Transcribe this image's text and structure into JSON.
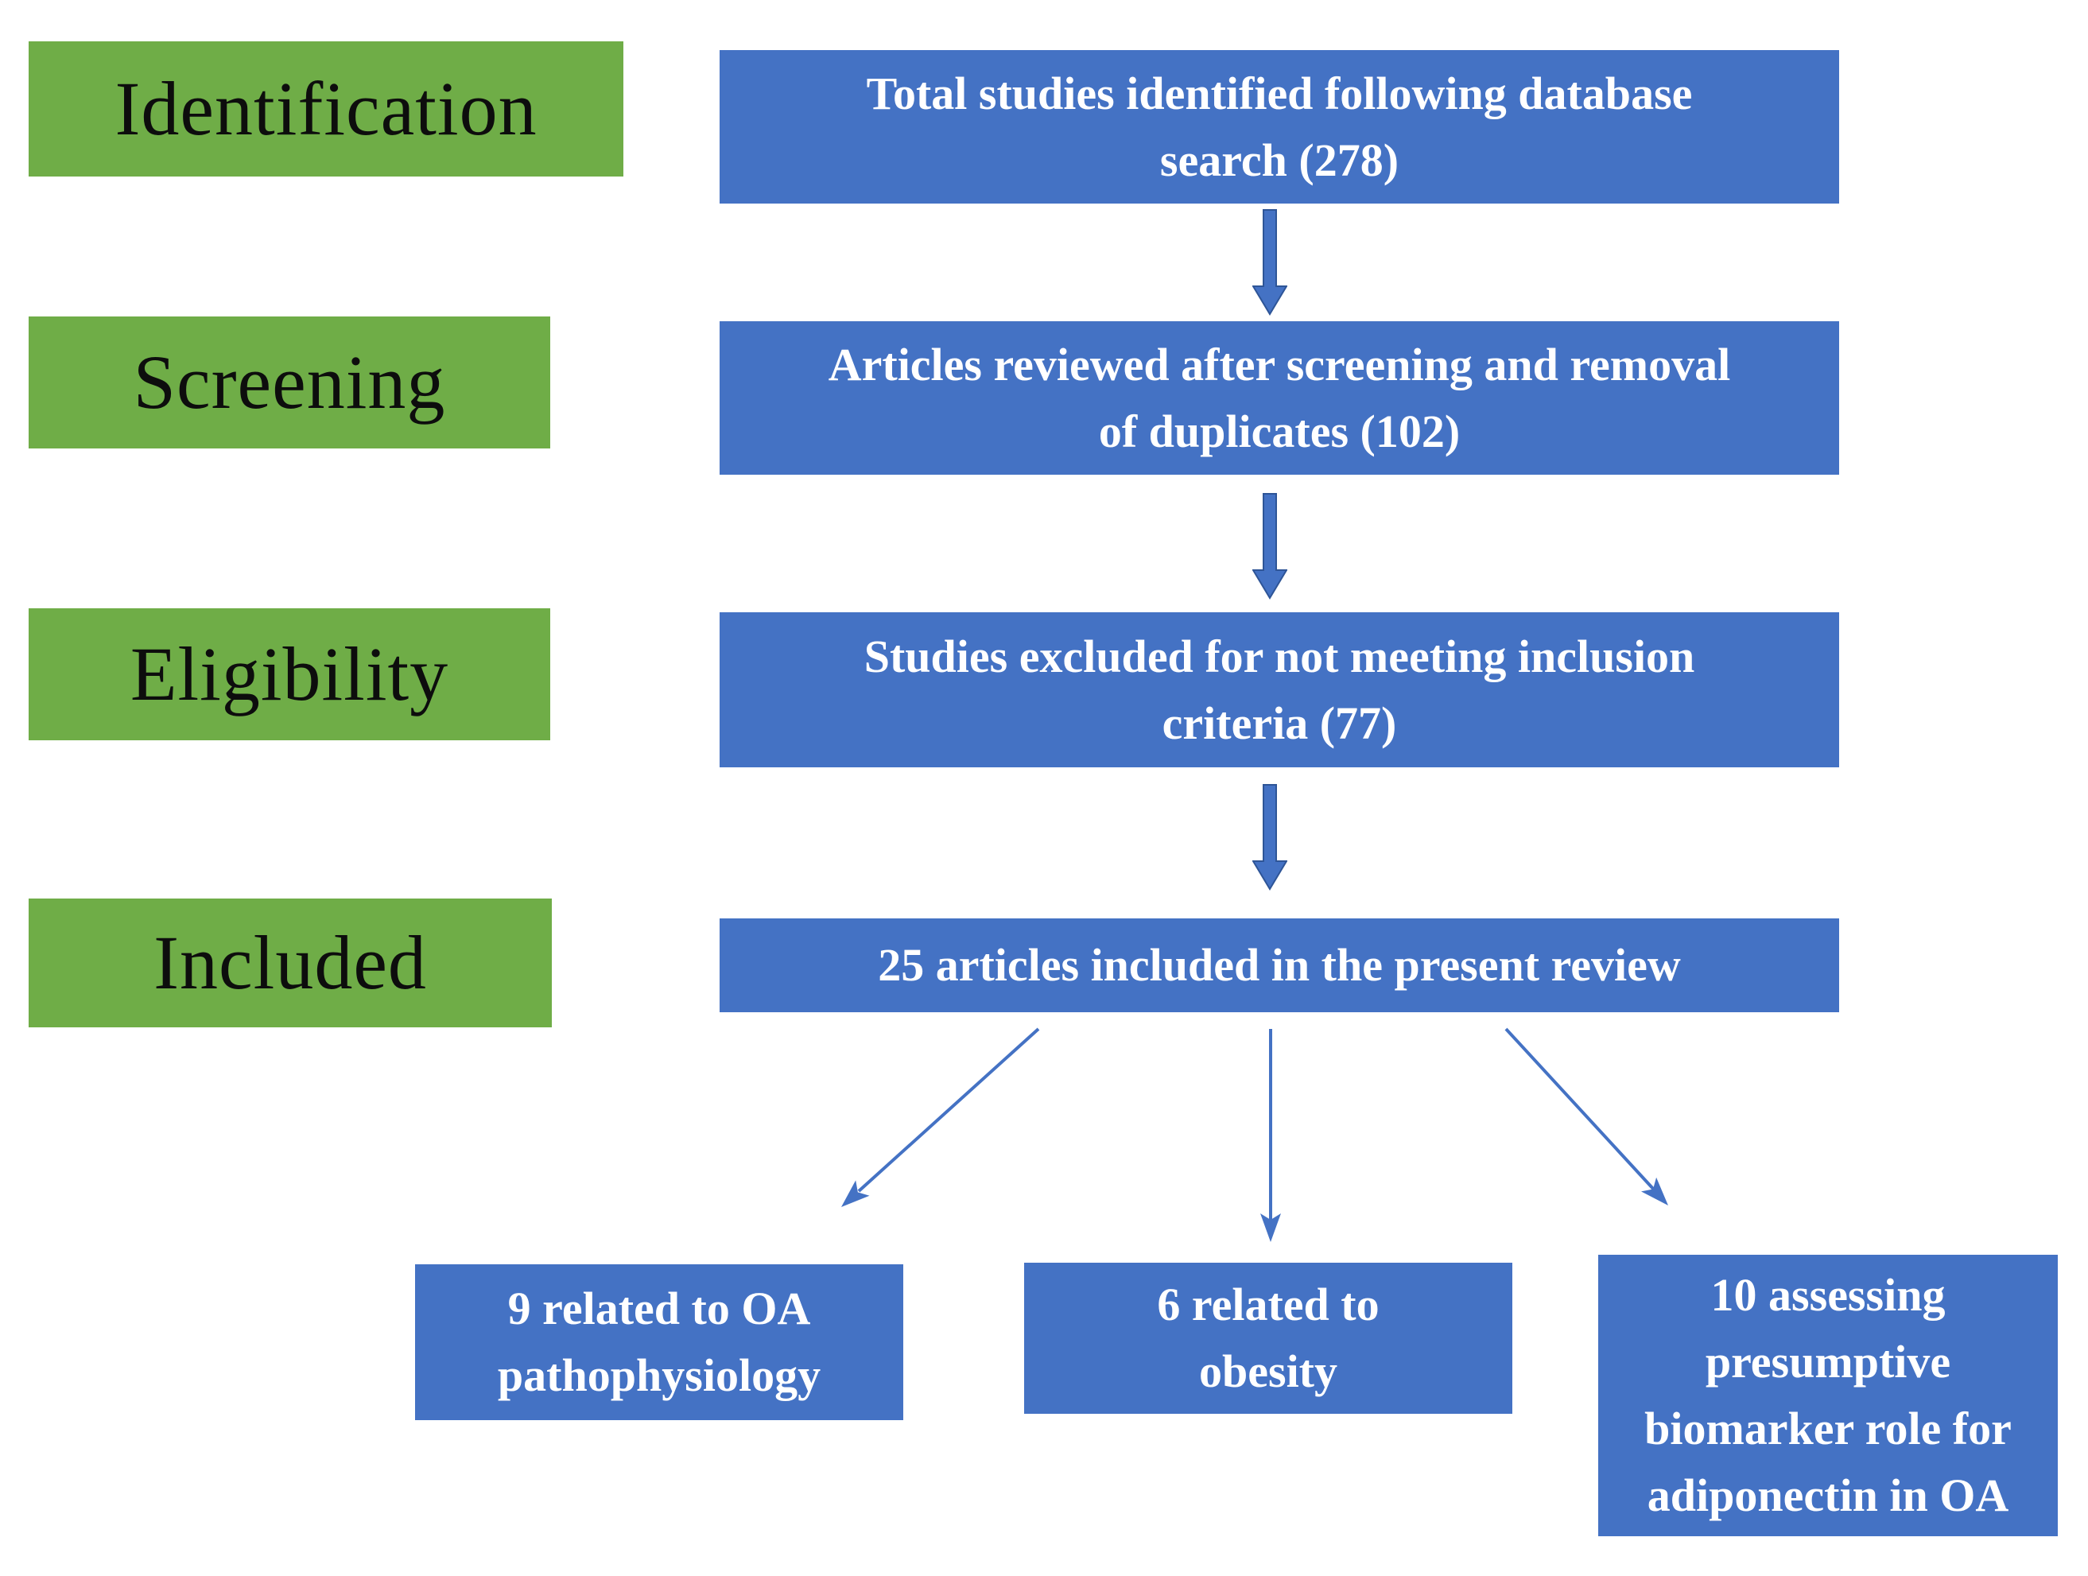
{
  "figure": {
    "title": "Study selection flow diagram (PRISMA-style)",
    "colors": {
      "stage_green": "#6FAD47",
      "box_blue": "#4472C4",
      "arrow_blue": "#4472C4",
      "arrow_outline": "#2E5597",
      "stage_text": "#0d0d0d",
      "box_text": "#ffffff",
      "background": "#ffffff"
    },
    "stages": [
      {
        "id": "identification",
        "label": "Identification"
      },
      {
        "id": "screening",
        "label": "Screening"
      },
      {
        "id": "eligibility",
        "label": "Eligibility"
      },
      {
        "id": "included",
        "label": "Included"
      }
    ],
    "flow_boxes": [
      {
        "id": "identified",
        "count": 278,
        "lines": [
          "Total studies identified following database",
          "search (278)"
        ]
      },
      {
        "id": "screened",
        "count": 102,
        "lines": [
          "Articles reviewed after screening and removal",
          "of duplicates (102)"
        ]
      },
      {
        "id": "excluded",
        "count": 77,
        "lines": [
          "Studies excluded for not meeting inclusion",
          "criteria (77)"
        ]
      },
      {
        "id": "included",
        "count": 25,
        "lines": [
          "25 articles included in the present review"
        ]
      }
    ],
    "outcome_boxes": [
      {
        "id": "pathophysiology",
        "count": 9,
        "lines": [
          "9 related to OA",
          "pathophysiology"
        ]
      },
      {
        "id": "obesity",
        "count": 6,
        "lines": [
          "6 related to",
          "obesity"
        ]
      },
      {
        "id": "biomarker",
        "count": 10,
        "lines": [
          "10 assessing",
          "presumptive",
          "biomarker role for",
          "adiponectin in OA"
        ]
      }
    ]
  }
}
